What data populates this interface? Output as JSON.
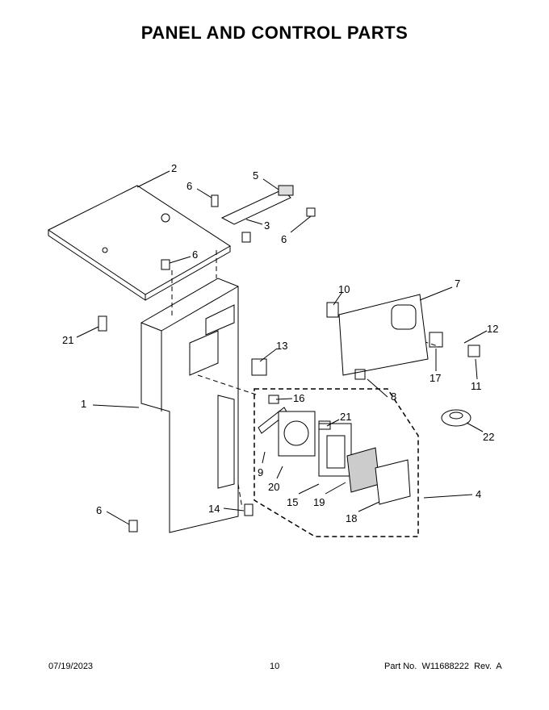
{
  "title": "PANEL AND CONTROL PARTS",
  "callouts": [
    "2",
    "6",
    "5",
    "3",
    "6",
    "6",
    "10",
    "7",
    "12",
    "21",
    "13",
    "1",
    "16",
    "21",
    "8",
    "17",
    "11",
    "22",
    "9",
    "20",
    "15",
    "19",
    "4",
    "18",
    "14",
    "6"
  ],
  "footer": {
    "date": "07/19/2023",
    "page": "10",
    "part_no": "Part No.  W11688222  Rev.  A"
  }
}
